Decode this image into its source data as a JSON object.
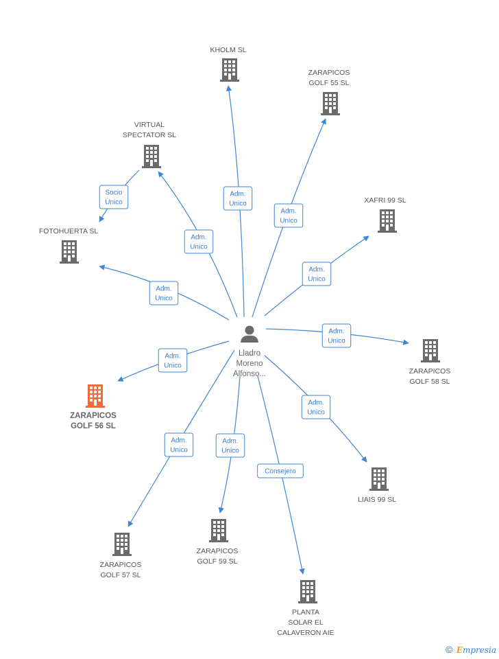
{
  "person": {
    "icon": "person-icon",
    "lines": [
      "Lladro",
      "Moreno",
      "Alfonso..."
    ]
  },
  "colors": {
    "edge": "#3f86d6",
    "building": "#6b6b6b",
    "highlight": "#f26a3a"
  },
  "companies": [
    {
      "id": "kholm",
      "lines": [
        "KHOLM  SL"
      ],
      "relation": [
        "Adm.",
        "Unico"
      ],
      "highlight": false
    },
    {
      "id": "zarapicos55",
      "lines": [
        "ZARAPICOS",
        "GOLF 55 SL"
      ],
      "relation": [
        "Adm.",
        "Unico"
      ],
      "highlight": false
    },
    {
      "id": "virtual",
      "lines": [
        "VIRTUAL",
        "SPECTATOR SL"
      ],
      "relation": [
        "Adm.",
        "Unico"
      ],
      "highlight": false
    },
    {
      "id": "xafri",
      "lines": [
        "XAFRI 99 SL"
      ],
      "relation": [
        "Adm.",
        "Unico"
      ],
      "highlight": false
    },
    {
      "id": "fotohuerta",
      "lines": [
        "FOTOHUERTA SL"
      ],
      "relation": [
        "Adm.",
        "Unico"
      ],
      "highlight": false
    },
    {
      "id": "zarapicos58",
      "lines": [
        "ZARAPICOS",
        "GOLF 58 SL"
      ],
      "relation": [
        "Adm.",
        "Unico"
      ],
      "highlight": false
    },
    {
      "id": "zarapicos56",
      "lines": [
        "ZARAPICOS",
        "GOLF 56 SL"
      ],
      "relation": [
        "Adm.",
        "Unico"
      ],
      "highlight": true
    },
    {
      "id": "liais",
      "lines": [
        "LIAIS 99 SL"
      ],
      "relation": [
        "Adm.",
        "Unico"
      ],
      "highlight": false
    },
    {
      "id": "zarapicos57",
      "lines": [
        "ZARAPICOS",
        "GOLF 57 SL"
      ],
      "relation": [
        "Adm.",
        "Unico"
      ],
      "highlight": false
    },
    {
      "id": "zarapicos59",
      "lines": [
        "ZARAPICOS",
        "GOLF 59 SL"
      ],
      "relation": [
        "Adm.",
        "Unico"
      ],
      "highlight": false
    },
    {
      "id": "planta",
      "lines": [
        "PLANTA",
        "SOLAR EL",
        "CALAVERON AIE"
      ],
      "relation": [
        "Consejero"
      ],
      "highlight": false
    }
  ],
  "extra_edges": [
    {
      "from": "virtual",
      "to": "fotohuerta",
      "relation": [
        "Socio",
        "Único"
      ]
    }
  ],
  "footer": {
    "copyright_symbol": "©",
    "brand_first": "E",
    "brand_rest": "mpresia"
  }
}
